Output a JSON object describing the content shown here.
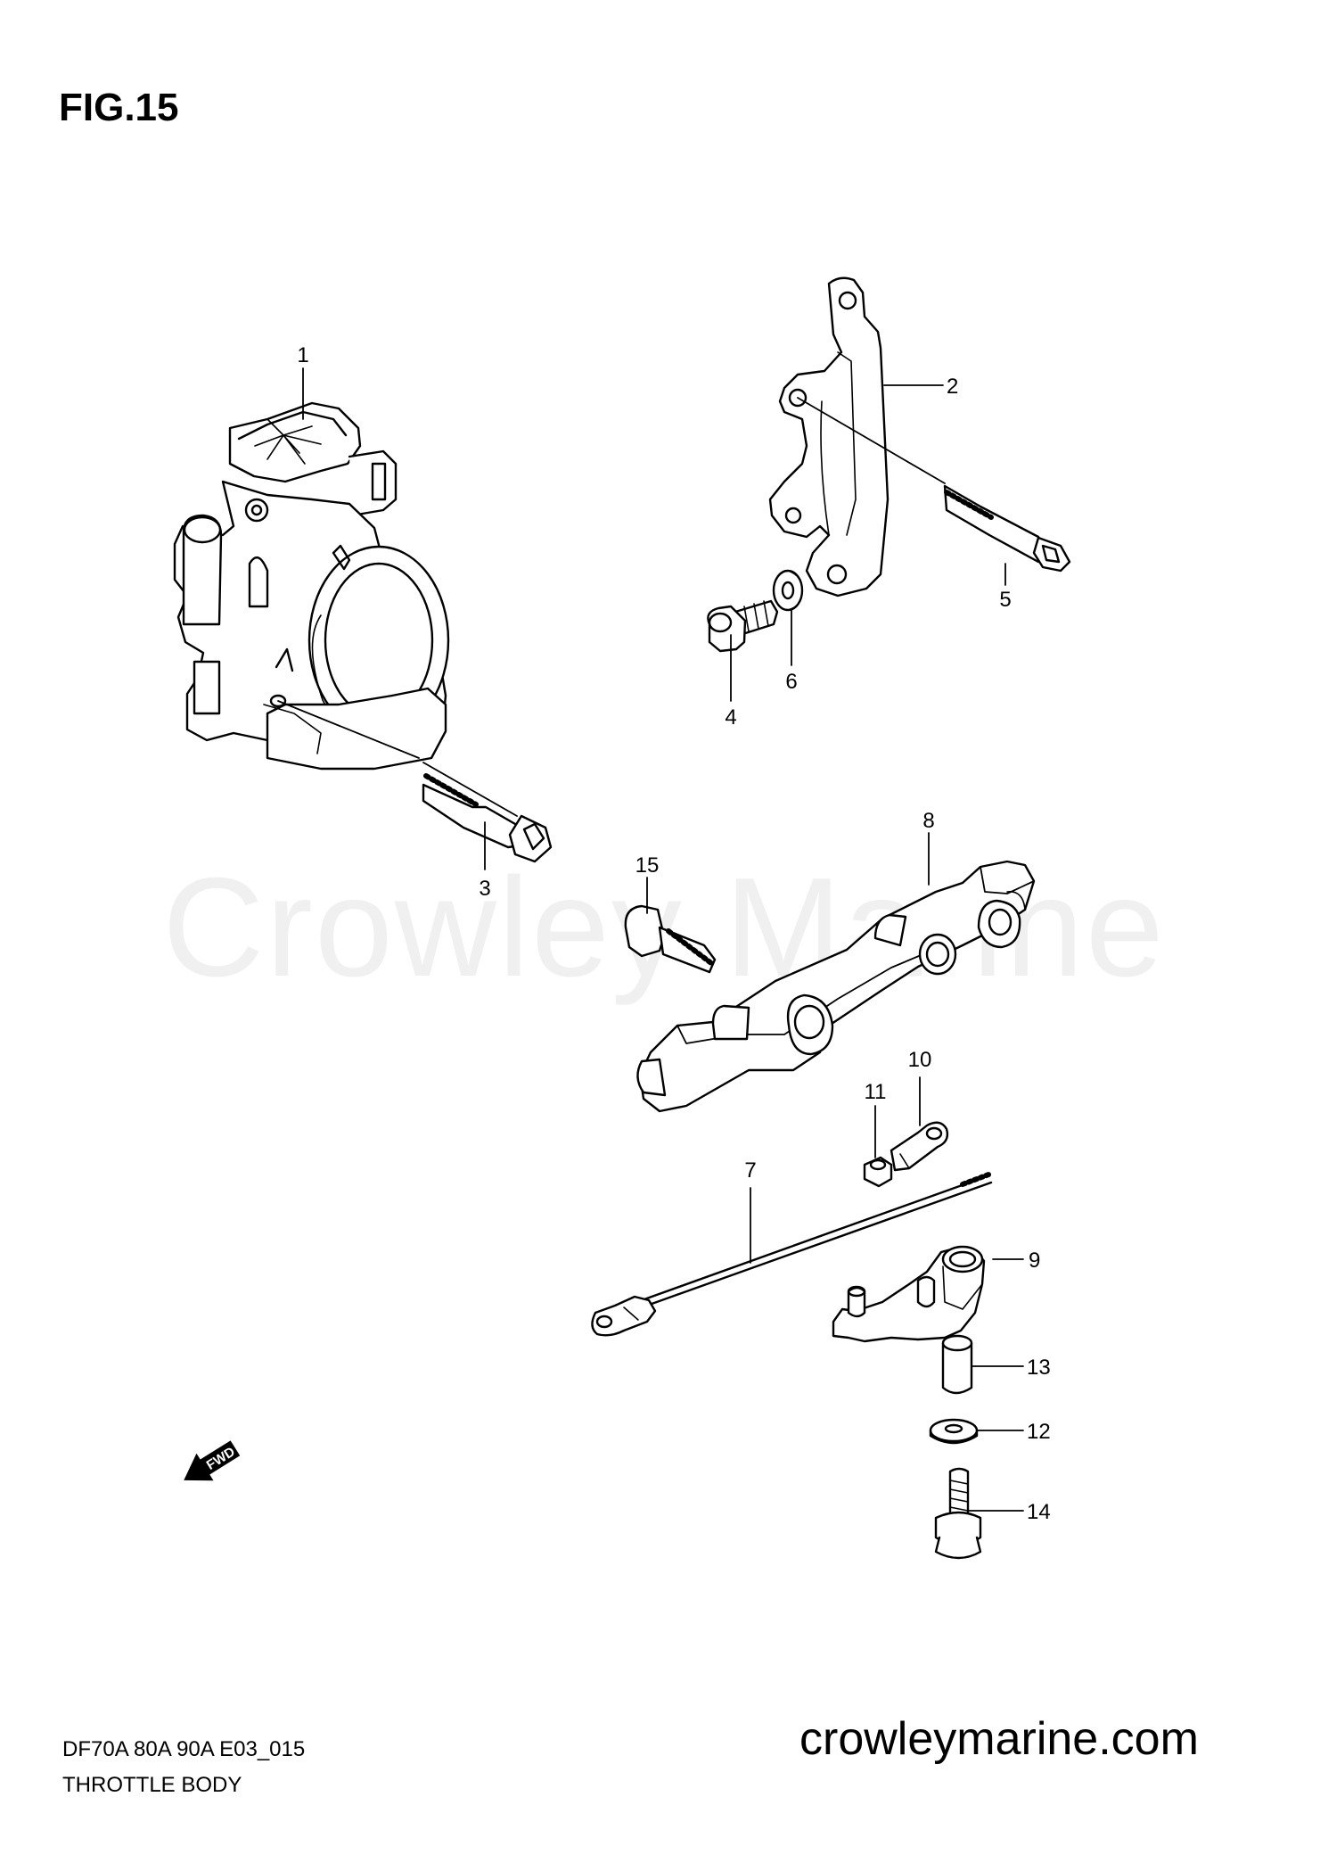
{
  "figure": {
    "title": "FIG.15",
    "model_code": "DF70A 80A 90A E03_015",
    "section_name": "THROTTLE BODY"
  },
  "watermark": {
    "text": "Crowley Marine",
    "color": "#f0f0f0"
  },
  "site_url": "crowleymarine.com",
  "fwd_label": "FWD",
  "callouts": [
    "1",
    "2",
    "3",
    "4",
    "5",
    "6",
    "7",
    "8",
    "9",
    "10",
    "11",
    "12",
    "13",
    "14",
    "15"
  ],
  "icons": [
    "fwd-arrow-icon"
  ],
  "colors": {
    "line": "#000000",
    "background": "#ffffff"
  }
}
